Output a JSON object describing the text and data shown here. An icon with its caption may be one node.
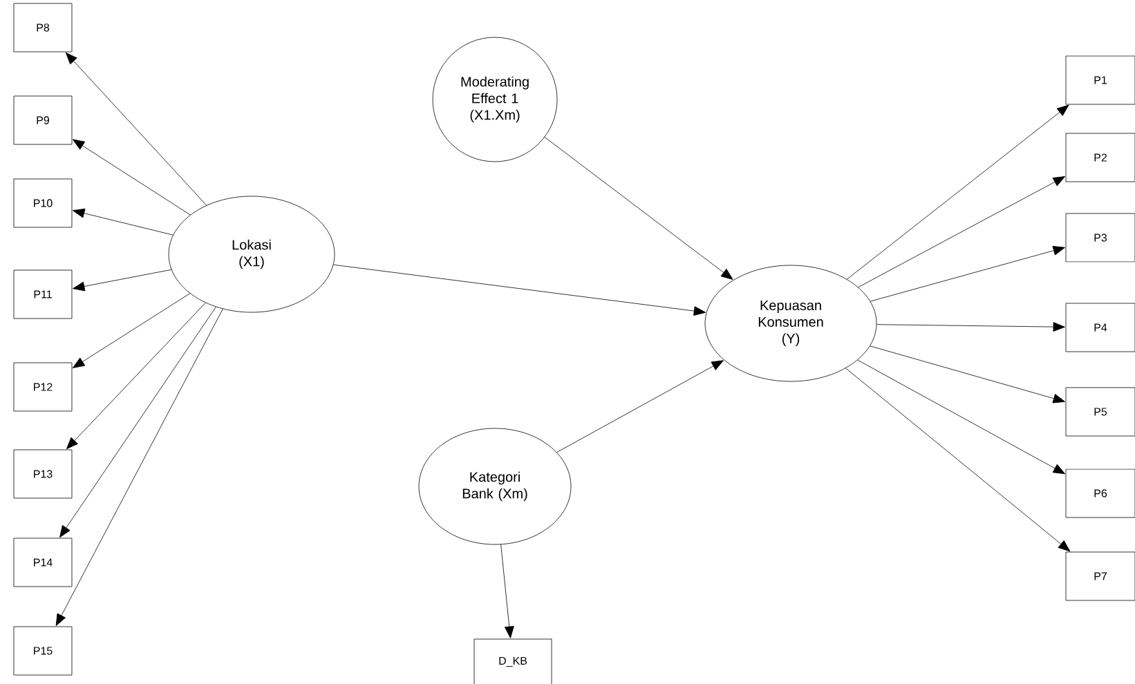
{
  "diagram": {
    "nodes": [
      {
        "text": [
          "P8"
        ]
      },
      {
        "text": [
          "P9"
        ]
      },
      {
        "text": [
          "P10"
        ]
      },
      {
        "text": [
          "P11"
        ]
      },
      {
        "text": [
          "P12"
        ]
      },
      {
        "text": [
          "P13"
        ]
      },
      {
        "text": [
          "P14"
        ]
      },
      {
        "text": [
          "P15"
        ]
      },
      {
        "text": [
          "Moderating Effect 1 (X1.Xm)"
        ]
      },
      {
        "text": [
          "Lokasi (X1)"
        ]
      },
      {
        "text": [
          "Kepuasan Konsumen (Y)"
        ]
      },
      {
        "text": [
          "Kategori Bank (Xm)"
        ]
      },
      {
        "text": [
          "D_KB"
        ]
      },
      {
        "text": [
          "P1"
        ]
      },
      {
        "text": [
          "P2"
        ]
      },
      {
        "text": [
          "P3"
        ]
      },
      {
        "text": [
          "P4"
        ]
      },
      {
        "text": [
          "P5"
        ]
      },
      {
        "text": [
          "P6"
        ]
      },
      {
        "text": [
          "P7"
        ]
      }
    ],
    "edges": [
      {
        "from": 9,
        "to": 0,
        "arrow": "to"
      },
      {
        "from": 9,
        "to": 1,
        "arrow": "to"
      },
      {
        "from": 9,
        "to": 2,
        "arrow": "to"
      },
      {
        "from": 9,
        "to": 3,
        "arrow": "to"
      },
      {
        "from": 9,
        "to": 4,
        "arrow": "to"
      },
      {
        "from": 9,
        "to": 5,
        "arrow": "to"
      },
      {
        "from": 9,
        "to": 6,
        "arrow": "to"
      },
      {
        "from": 9,
        "to": 7,
        "arrow": "to"
      },
      {
        "from": 8,
        "to": 10,
        "arrow": "to"
      },
      {
        "from": 9,
        "to": 10,
        "arrow": "to"
      },
      {
        "from": 11,
        "to": 10,
        "arrow": "to"
      },
      {
        "from": 11,
        "to": 12,
        "arrow": "to"
      },
      {
        "from": 10,
        "to": 13,
        "arrow": "to"
      },
      {
        "from": 10,
        "to": 14,
        "arrow": "to"
      },
      {
        "from": 10,
        "to": 15,
        "arrow": "to"
      },
      {
        "from": 10,
        "to": 16,
        "arrow": "to"
      },
      {
        "from": 10,
        "to": 17,
        "arrow": "to"
      },
      {
        "from": 10,
        "to": 18,
        "arrow": "to"
      },
      {
        "from": 10,
        "to": 19,
        "arrow": "to"
      }
    ]
  }
}
